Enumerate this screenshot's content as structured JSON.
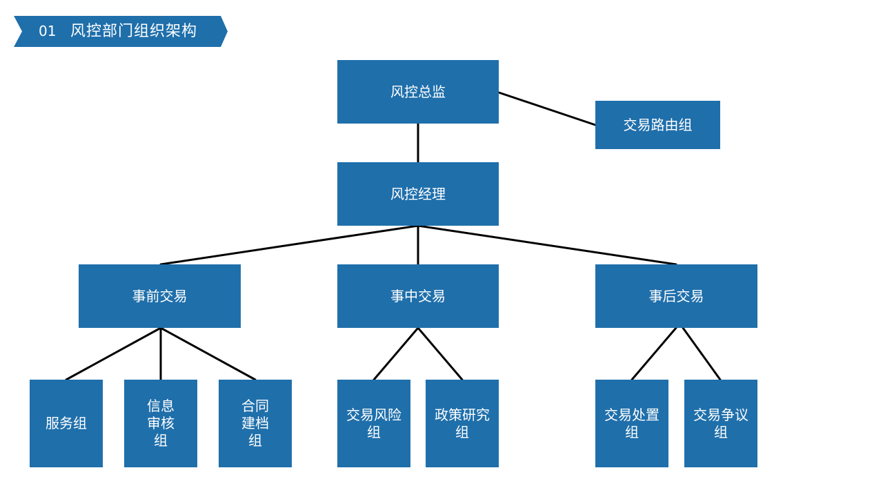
{
  "header": {
    "number": "01",
    "title": "风控部门组织架构"
  },
  "colors": {
    "node_fill": "#1f6fab",
    "banner_fill": "#1f6fab",
    "connector": "#000000"
  },
  "org": {
    "director": "风控总监",
    "routing_group": "交易路由组",
    "manager": "风控经理",
    "pre_trade": {
      "label": "事前交易",
      "groups": [
        "服务组",
        "信息\n审核\n组",
        "合同\n建档\n组"
      ]
    },
    "mid_trade": {
      "label": "事中交易",
      "groups": [
        "交易风险\n组",
        "政策研究\n组"
      ]
    },
    "post_trade": {
      "label": "事后交易",
      "groups": [
        "交易处置\n组",
        "交易争议\n组"
      ]
    }
  }
}
